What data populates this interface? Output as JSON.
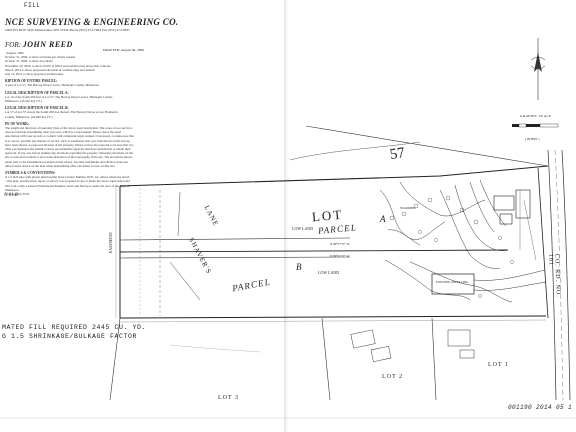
{
  "header": {
    "fill_label": "FILL",
    "company": "NCE SURVEYING & ENGINEERING CO.",
    "company_sub": "ORO PO BOX 3456   Minnetonka, MN 55345   Phone (952) 474-7964   Fax (952) 474-8267",
    "for_prefix": "FOR:",
    "client": "JOHN REED",
    "drafted": "DRAFTED: August 30, 2006"
  },
  "notes": {
    "revisions": [
      ", August, 2006",
      "October 31, 2006, to show revisions per clients request",
      "October 31, 2006, to show tree labels",
      "November 20, 2006, to show GWW at 930.0 and ponded areas above that contours",
      "May 8, 2014 to show proposed relocation of wetland edge and setback",
      "July 12, 2014 to show proposed wetland edge"
    ],
    "sections": [
      {
        "title": "RIPTION OF ENTIRE PARCEL:",
        "text": "A part of Lot 57, The Herzog Dreyer Acres, Hennepin County, Minnesota"
      },
      {
        "title": "LEGAL DESCRIPTION OF PARCEL A:",
        "text": "Lot 10 of the South 200 feet of Lot 57, The Herzog Dreyer Acres, Hennepin County, Minnesota. (43,542 SQ. FT.)"
      },
      {
        "title": "LEGAL DESCRIPTION OF PARCEL B:",
        "text": "Lot 57 of Lot 57 except the South 200 feet thereof, The Herzog Dreyer Acres, Hennepin County, Minnesota. (43,469 SQ. FT.)"
      },
      {
        "title": "PE OF WORK:",
        "text": "The length and direction of boundary lines of the above legal description. The scope of our services does not include determining what you own, which is a legal matter. Please check the legal description with your records or consult with competent legal counsel, if necessary, to make sure that it is correct, and that any matters of record, such as easements, that you wish shown on the survey, have been shown. A proposed division of the property. Please review the proposal to be sure that it is what you intended and submit to those governmental agencies that have jurisdiction to obtain their approval, if you can, before making any decisions regarding the property. Showing elevations on the site at selected locations to give some indication of the topography if the site. The elevations shown relate only to the benchmark provided on this survey. Use that benchmark and check at least one other feature shown on the map when determining other elevations for use on this site."
      },
      {
        "title": "SYMBOLS & CONVENTIONS:",
        "text": "A 1/2 inch pipe with plastic plug bearing State License Number 9235, set, unless otherwise noted. ...this plan, specification, report or survey was prepared by me or under my direct supervision and that I am a duly Licensed Professional Engineer and Land Surveyor under the laws of the State of Minnesota."
      }
    ],
    "signature_line": "...License No 9235"
  },
  "hand_note": "N 01.B",
  "fill_estimate": {
    "line1": "MATED FILL REQUIRED 2445 CU. YD.",
    "line2": "G 1.5 SHRINKAGE/BULKAGE FACTOR"
  },
  "map": {
    "lot_57": "57",
    "lot_word": "LOT",
    "parcel_a": "PARCEL",
    "parcel_a_letter": "A",
    "parcel_b": "PARCEL",
    "parcel_b_letter": "B",
    "lot_3": "LOT    3",
    "lot_2": "LOT    2",
    "lot_1": "LOT    1",
    "shaves": "SHAVER'S",
    "lane": "LANE",
    "low_land": "LOW  LAND",
    "low_land_2": "LOW  LAND",
    "wooded": "WOODED",
    "existing_dwelling": "EXISTING DWELLING",
    "road": "CO. RD. NO. 101",
    "left_road": "EASEMENT",
    "bearing_a": "N 89°57'37\" W",
    "bearing_b": "N 89°57'37\" W"
  },
  "scale": {
    "title": "GRAPHIC SCALE",
    "unit": "( IN FEET )"
  },
  "folio": "001190 2014 05 1"
}
